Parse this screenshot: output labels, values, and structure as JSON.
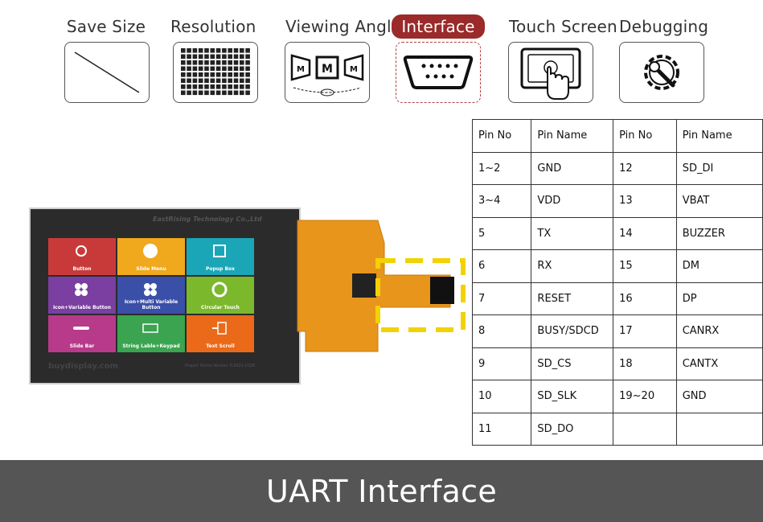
{
  "tabs": [
    {
      "label": "Save Size",
      "icon": "diagonal-line-icon",
      "active": false
    },
    {
      "label": "Resolution",
      "icon": "pixel-grid-icon",
      "active": false
    },
    {
      "label": "Viewing Angle",
      "icon": "viewing-angle-icon",
      "active": false
    },
    {
      "label": "Interface",
      "icon": "serial-port-icon",
      "active": true
    },
    {
      "label": "Touch Screen",
      "icon": "touch-hand-icon",
      "active": false
    },
    {
      "label": "Debugging",
      "icon": "gear-wrench-icon",
      "active": false
    }
  ],
  "colors": {
    "active_tab": "#9b2a2a",
    "footer_bg": "#555555",
    "highlight": "#f2d200"
  },
  "display": {
    "brand_top": "EastRising Technology Co.,Ltd",
    "brand_bottom": "buydisplay.com",
    "project_text": "Project Demo Version ©2021-0326",
    "tiles": [
      {
        "label": "Button",
        "color": "#c83a3a"
      },
      {
        "label": "Slide Menu",
        "color": "#f0a81c"
      },
      {
        "label": "Popup Box",
        "color": "#1aa6b6"
      },
      {
        "label": "Icon+Variable Button",
        "color": "#7a3fa0"
      },
      {
        "label": "Icon+Multi Variable Button",
        "color": "#3a4fa8"
      },
      {
        "label": "Circular Touch",
        "color": "#7cb82c"
      },
      {
        "label": "Slide Bar",
        "color": "#b83a8a"
      },
      {
        "label": "String Lable+Keypad",
        "color": "#3aa450"
      },
      {
        "label": "Text Scroll",
        "color": "#ea6a1a"
      }
    ]
  },
  "pin_table": {
    "headers": [
      "Pin No",
      "Pin Name",
      "Pin No",
      "Pin Name"
    ],
    "rows": [
      [
        "1~2",
        "GND",
        "12",
        "SD_DI"
      ],
      [
        "3~4",
        "VDD",
        "13",
        "VBAT"
      ],
      [
        "5",
        "TX",
        "14",
        "BUZZER"
      ],
      [
        "6",
        "RX",
        "15",
        "DM"
      ],
      [
        "7",
        "RESET",
        "16",
        "DP"
      ],
      [
        "8",
        "BUSY/SDCD",
        "17",
        "CANRX"
      ],
      [
        "9",
        "SD_CS",
        "18",
        "CANTX"
      ],
      [
        "10",
        "SD_SLK",
        "19~20",
        "GND"
      ],
      [
        "11",
        "SD_DO",
        "",
        ""
      ]
    ]
  },
  "footer": {
    "title": "UART Interface"
  }
}
